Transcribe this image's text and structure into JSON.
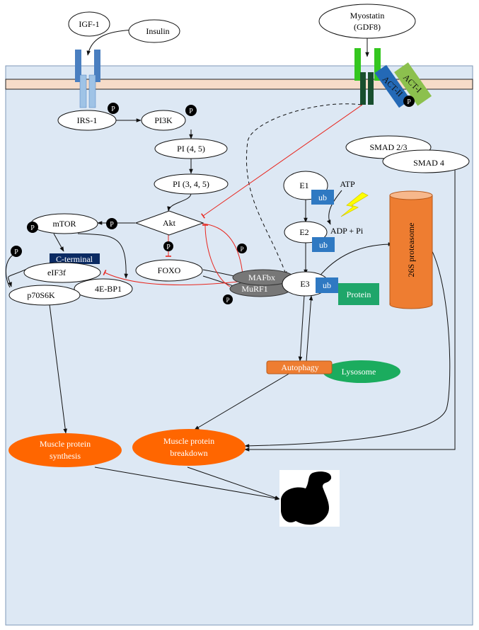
{
  "colors": {
    "cell_bg": "#dde8f4",
    "membrane": "#f6dcc9",
    "igf_receptor": "#4a7fc0",
    "igf_receptor_inner": "#9fc3e6",
    "myostatin_receptor": "#34c61f",
    "myostatin_receptor_dark": "#184f2e",
    "actr_ii": "#2469b6",
    "actr_i": "#8cc04e",
    "ub_box": "#2f79c2",
    "protein_box": "#1fa66a",
    "proteasome": "#ee7d31",
    "autophagy": "#ee7d31",
    "lysosome": "#1bac5e",
    "outcome": "#ff6600",
    "ubiquitin_ligase": "#777777",
    "c_terminal": "#0b2b63",
    "inhibition": "#e8261e",
    "lightning": "#ffff00"
  },
  "icons": {
    "phospho": "phosphate-circle-icon",
    "bolt": "lightning-bolt-icon",
    "muscle": "flexed-arm-icon"
  },
  "extracellular": {
    "igf1": "IGF-1",
    "insulin": "Insulin",
    "myostatin_line1": "Myostatin",
    "myostatin_line2": "(GDF8)"
  },
  "receptors": {
    "actr_ii": "ACT-II",
    "actr_i": "ACT-I"
  },
  "nodes": {
    "irs1": "IRS-1",
    "pi3k": "PI3K",
    "pi45": "PI (4, 5)",
    "pi345": "PI (3, 4, 5)",
    "akt": "Akt",
    "mtor": "mTOR",
    "foxo": "FOXO",
    "c_terminal": "C-terminal",
    "eif3f": "eIF3f",
    "p70s6k": "p70S6K",
    "fourebp1": "4E-BP1",
    "mafbx": "MAFbx",
    "murf1": "MuRF1",
    "e1": "E1",
    "e2": "E2",
    "e3": "E3",
    "atp": "ATP",
    "adp_pi": "ADP + Pi",
    "ub": "ub",
    "protein": "Protein",
    "proteasome": "26S proteasome",
    "smad23": "SMAD 2/3",
    "smad4": "SMAD 4",
    "autophagy": "Autophagy",
    "lysosome": "Lysosome",
    "p": "P"
  },
  "outcomes": {
    "synthesis_line1": "Muscle protein",
    "synthesis_line2": "synthesis",
    "breakdown_line1": "Muscle protein",
    "breakdown_line2": "breakdown"
  }
}
